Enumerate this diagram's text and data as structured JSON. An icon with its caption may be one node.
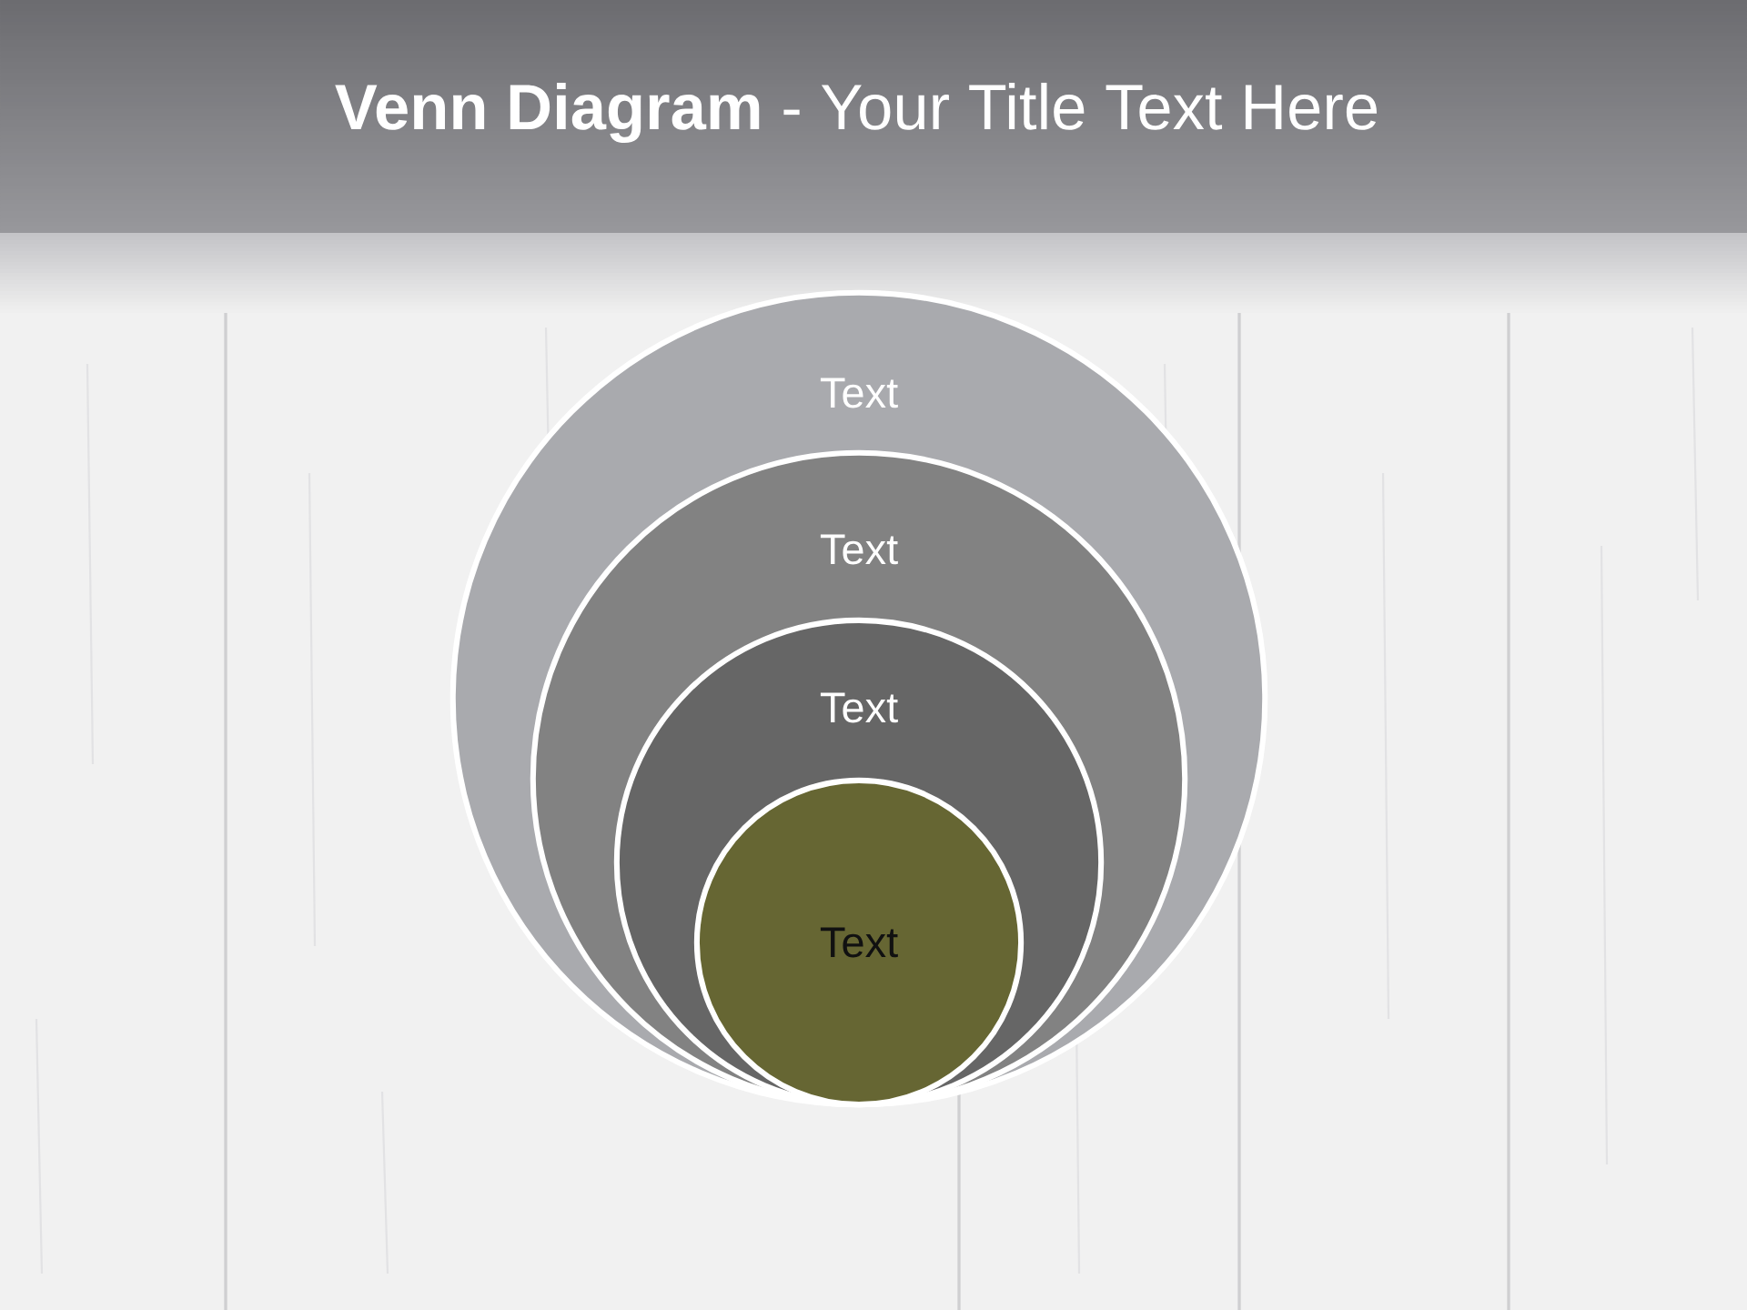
{
  "diagram": {
    "title": "**Venn Diagram** - Your Title Text Here",
    "nodes": [
      {
        "text": [
          "Text"
        ]
      },
      {
        "text": [
          "Text"
        ],
        "in": 0
      },
      {
        "text": [
          "Text"
        ],
        "in": 1
      },
      {
        "text": [
          "Text"
        ],
        "in": 2
      }
    ]
  }
}
